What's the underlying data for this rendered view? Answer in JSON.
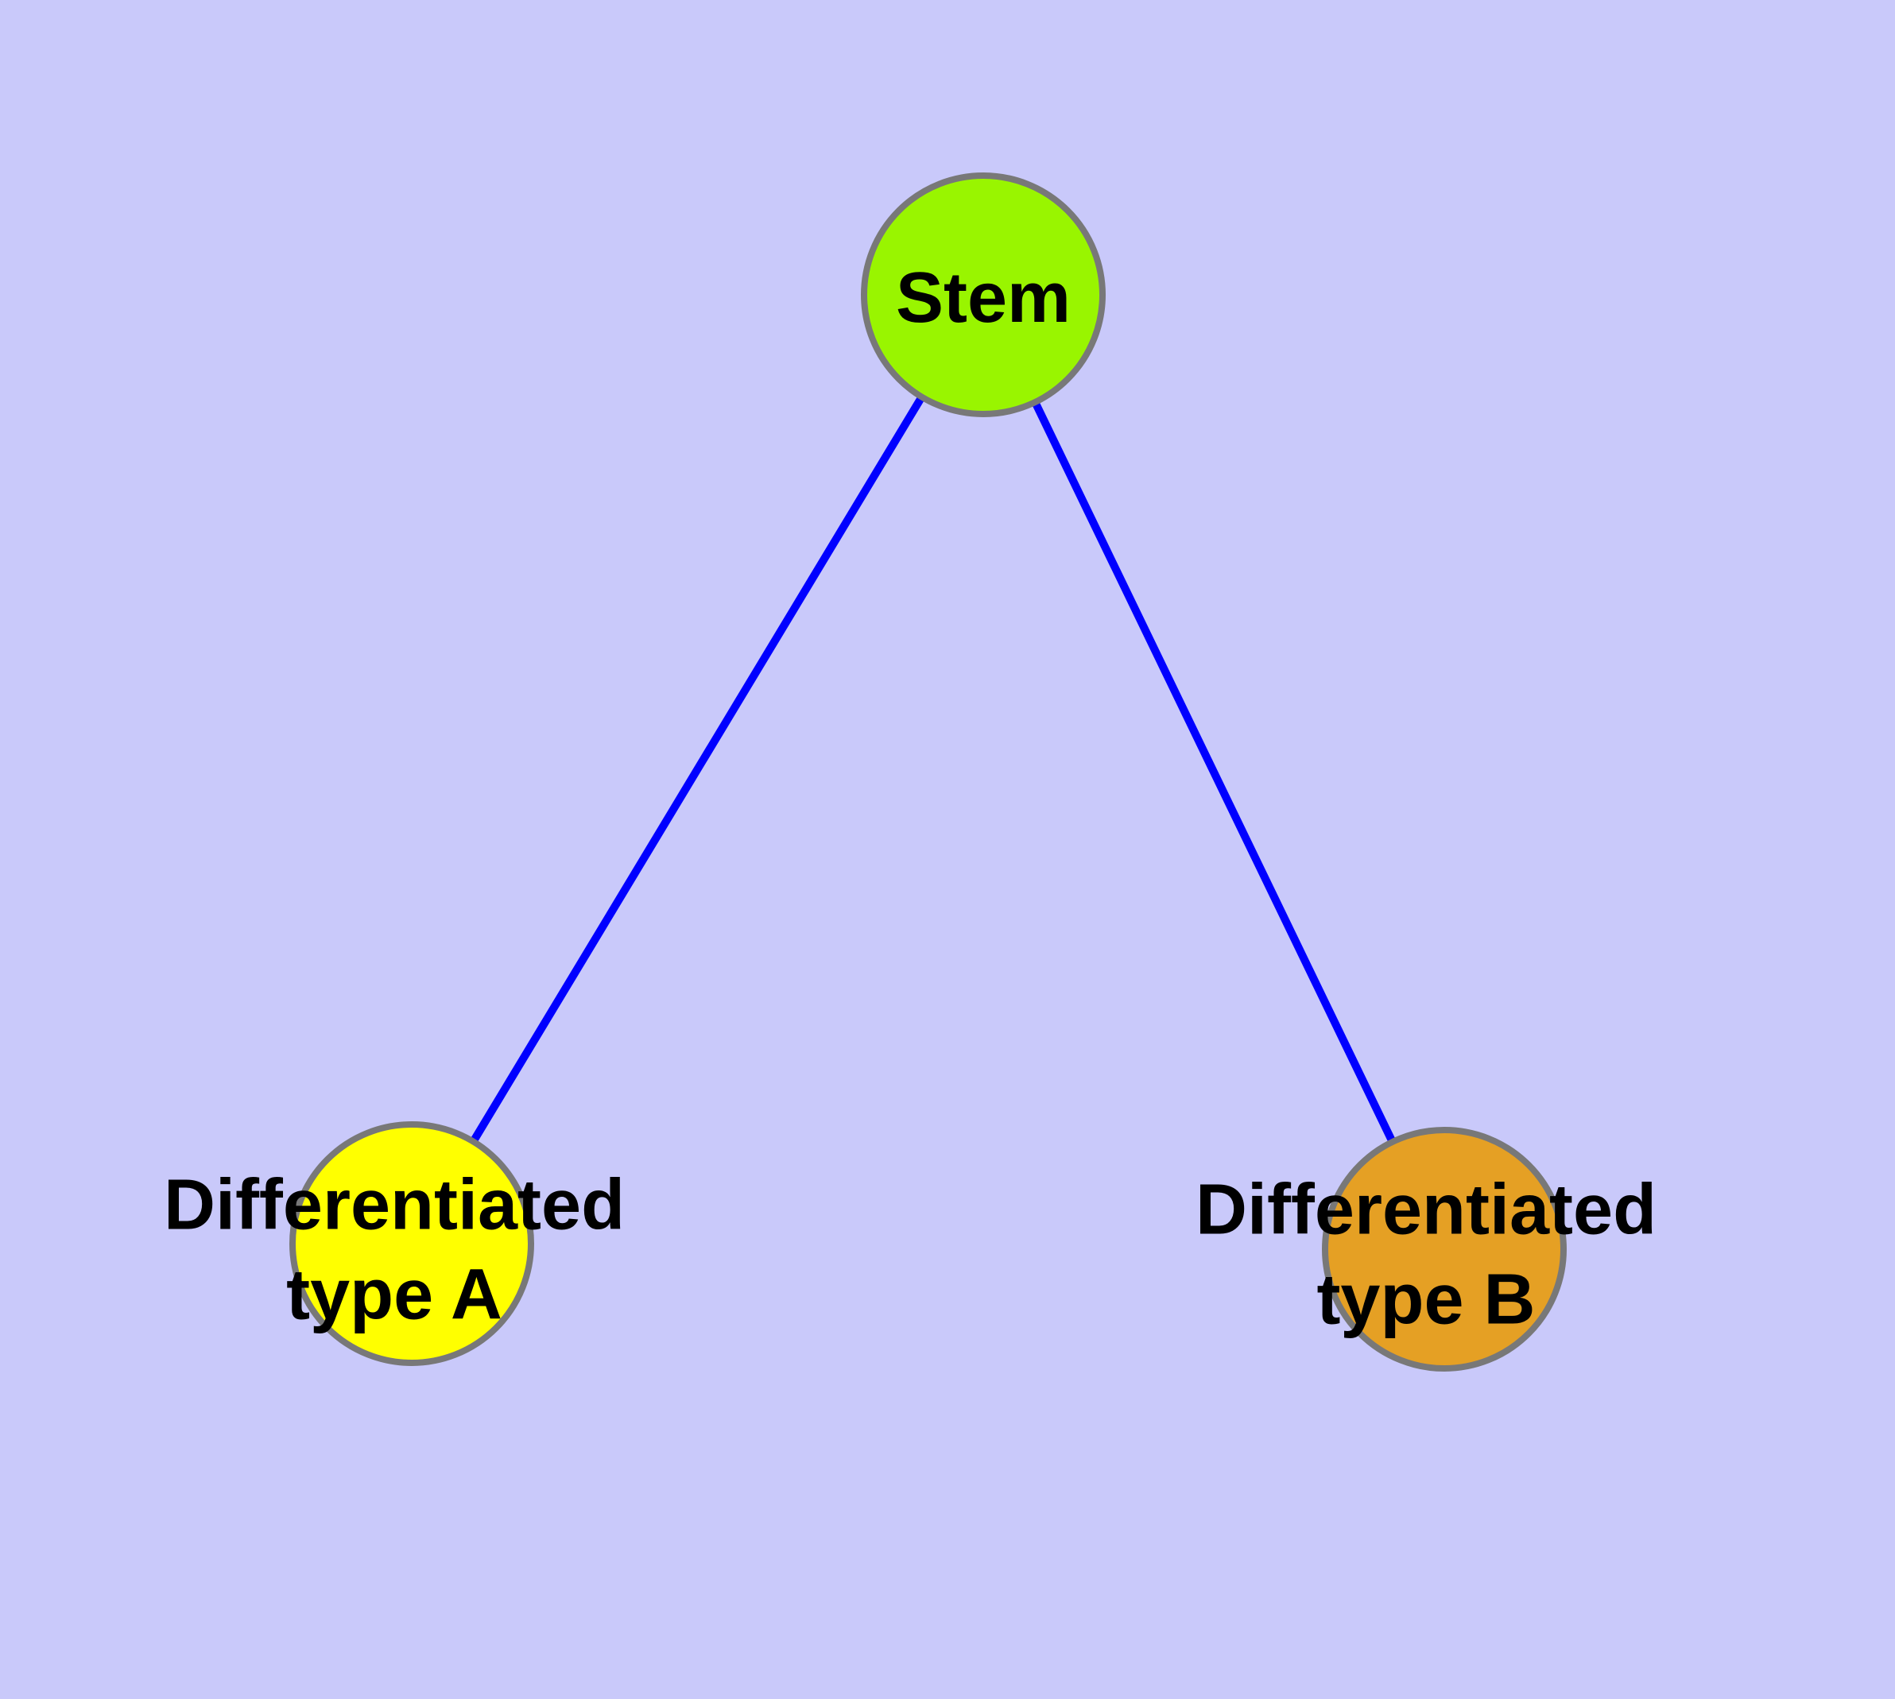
{
  "diagram": {
    "background_color": "#C9C9FA",
    "node_border_color": "#787878",
    "edge_color": "#0000FF",
    "nodes": [
      {
        "id": "stem",
        "label": "Stem",
        "color": "#99F500"
      },
      {
        "id": "differentiated-type-a",
        "label": "Differentiated\ntype A",
        "color": "#FFFF00"
      },
      {
        "id": "differentiated-type-b",
        "label": "Differentiated\ntype B",
        "color": "#E5A024"
      }
    ],
    "edges": [
      {
        "from": "stem",
        "to": "differentiated-type-a"
      },
      {
        "from": "stem",
        "to": "differentiated-type-b"
      }
    ]
  }
}
